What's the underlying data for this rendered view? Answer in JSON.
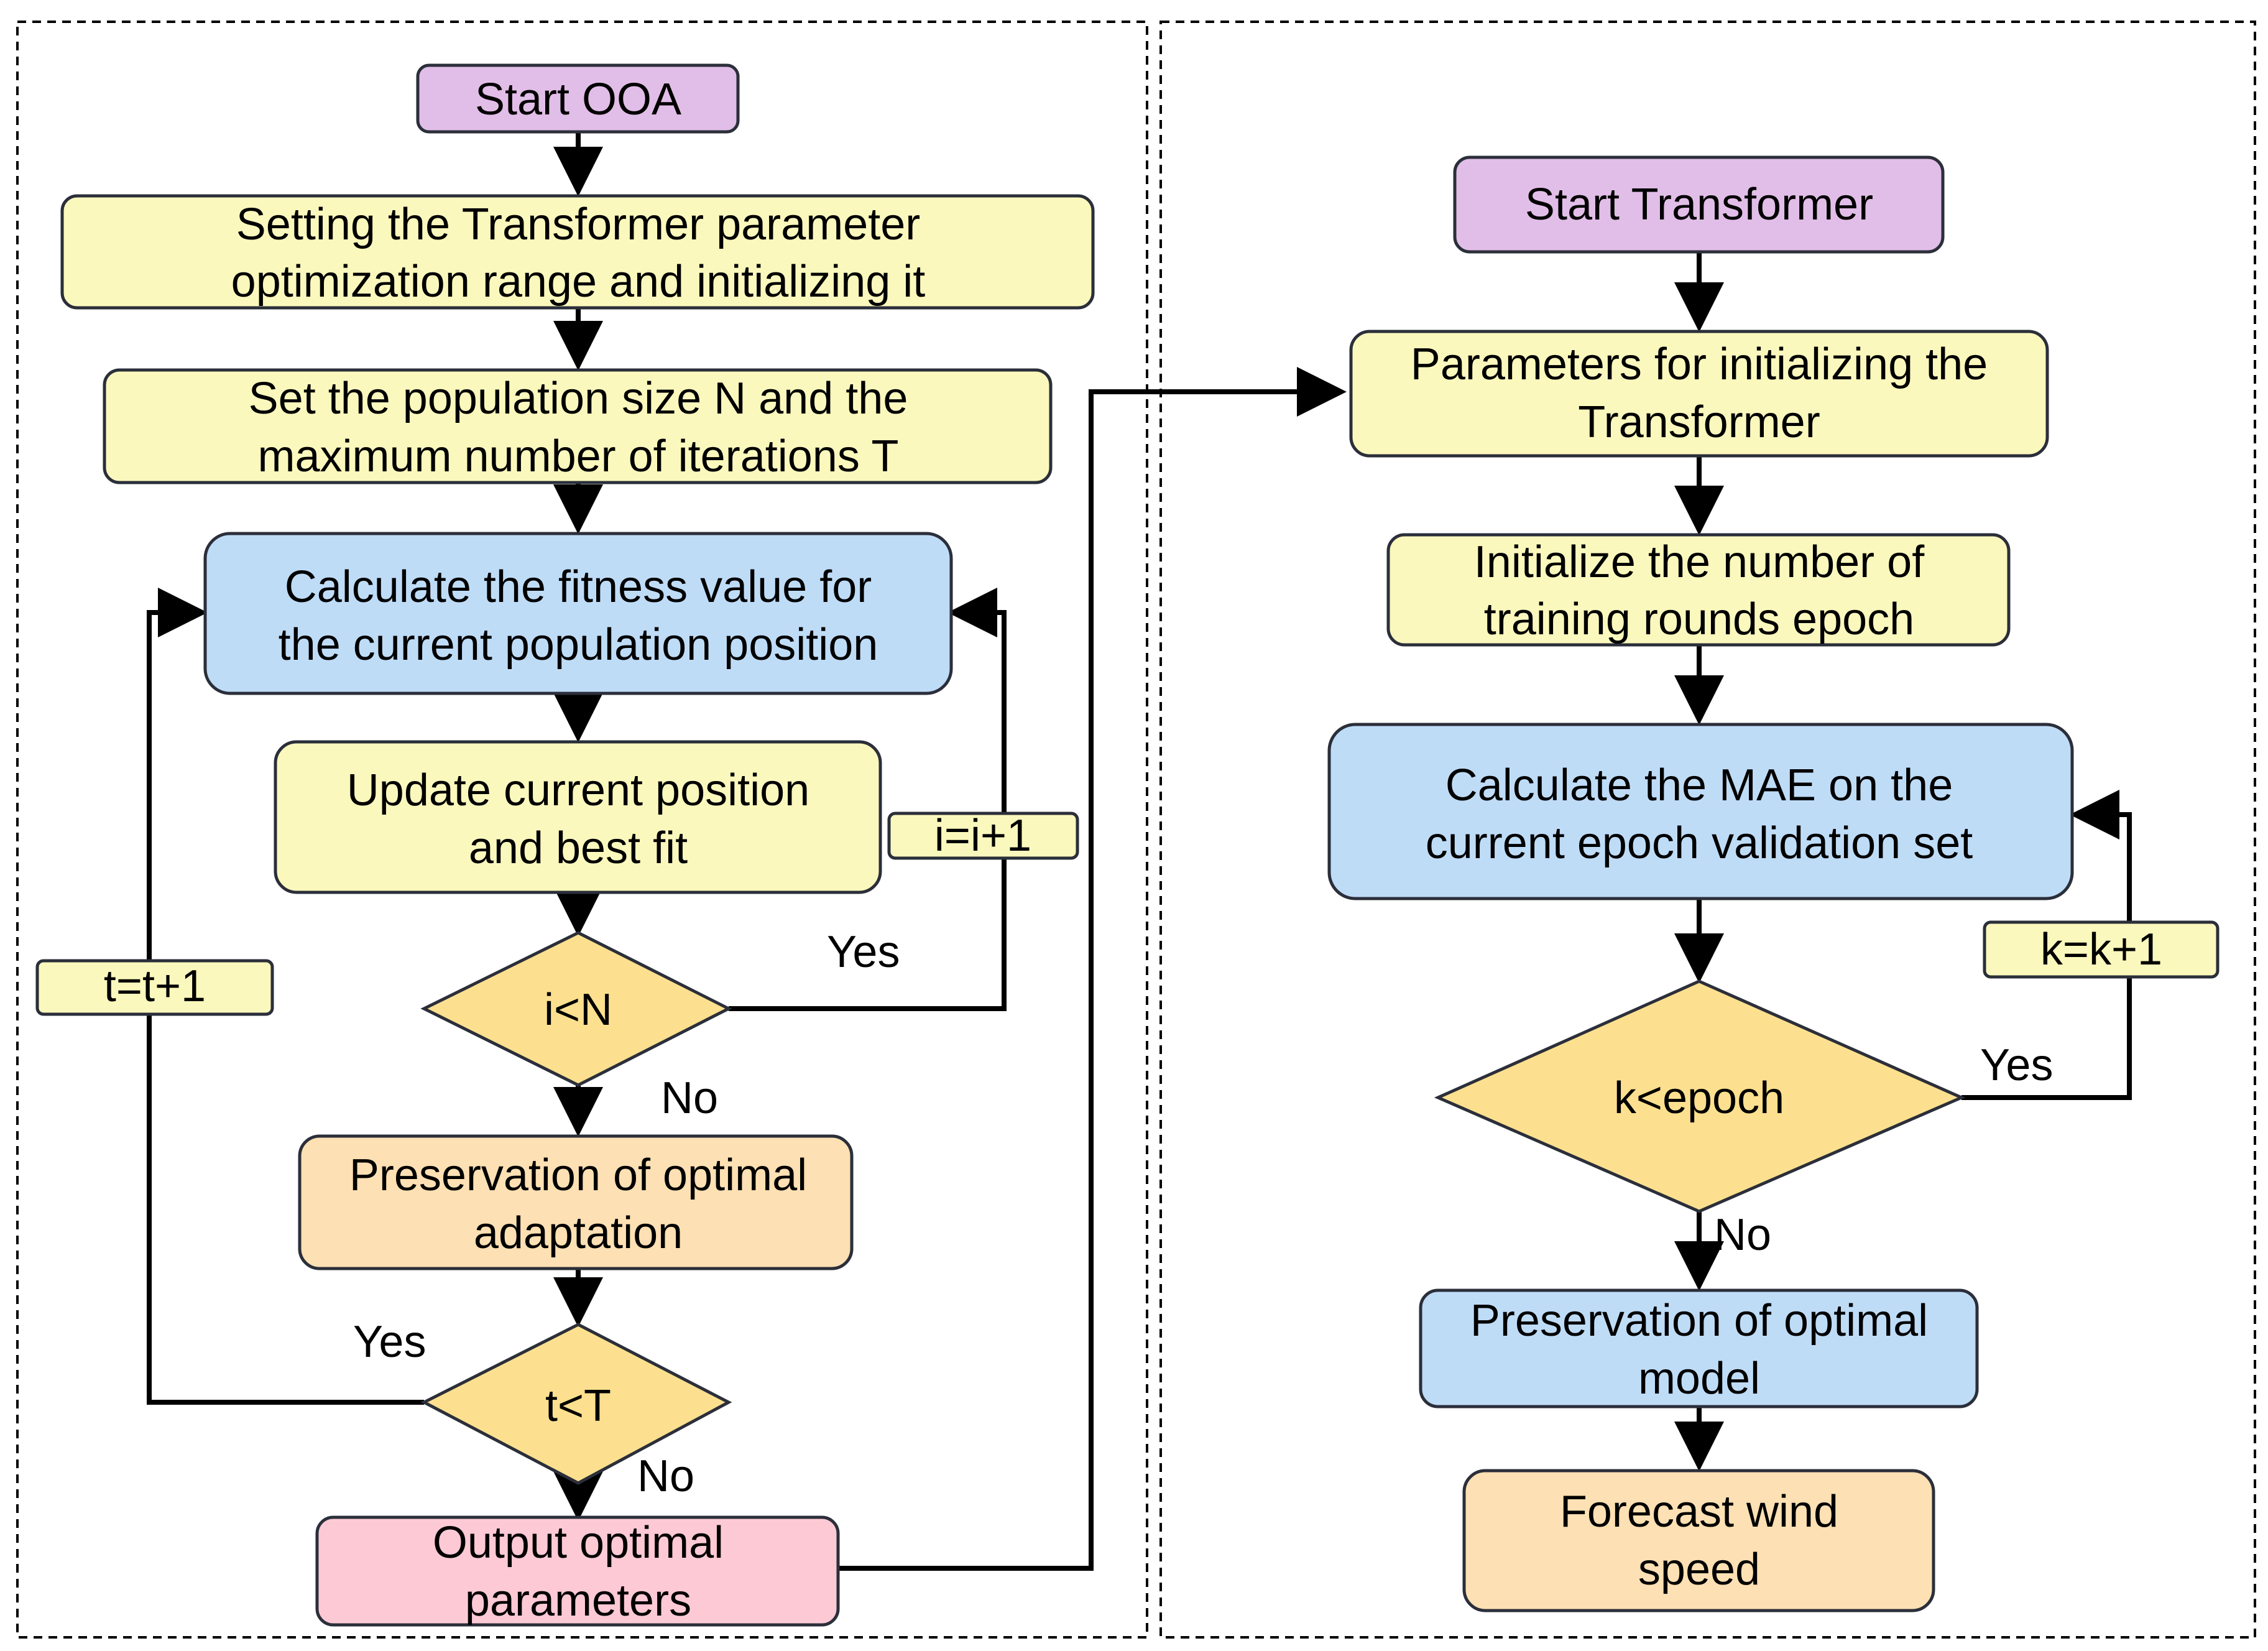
{
  "colors": {
    "start": "#e1bee7",
    "process": "#fbf8bd",
    "compute": "#bfdcf7",
    "decision": "#fde08f",
    "preserve": "#fde0b3",
    "output": "#fcc9d5",
    "border": "#2b2f3a",
    "arrow": "#000000"
  },
  "left_panel": {
    "start": "Start OOA",
    "set_range": [
      "Setting the Transformer parameter",
      "optimization range and initializing it"
    ],
    "set_population": [
      "Set the population size N and the",
      "maximum number of iterations T"
    ],
    "calc_fitness": [
      "Calculate the fitness value for",
      "the current population position"
    ],
    "update_position": [
      "Update current position",
      "and best fit"
    ],
    "decision_i": "i<N",
    "preserve_adaptation": [
      "Preservation of optimal",
      "adaptation"
    ],
    "decision_t": "t<T",
    "output_params": [
      "Output optimal",
      "parameters"
    ],
    "label_i_inc": "i=i+1",
    "label_t_inc": "t=t+1",
    "yes_i": "Yes",
    "no_i": "No",
    "yes_t": "Yes",
    "no_t": "No"
  },
  "right_panel": {
    "start": "Start Transformer",
    "init_params": [
      "Parameters for initializing the",
      "Transformer"
    ],
    "init_epoch": [
      "Initialize the number of",
      "training rounds epoch"
    ],
    "calc_mae": [
      "Calculate the MAE on the",
      "current epoch validation set"
    ],
    "decision_k": "k<epoch",
    "label_k_inc": "k=k+1",
    "yes_k": "Yes",
    "no_k": "No",
    "preserve_model": [
      "Preservation of optimal",
      "model"
    ],
    "forecast": [
      "Forecast wind",
      "speed"
    ]
  }
}
